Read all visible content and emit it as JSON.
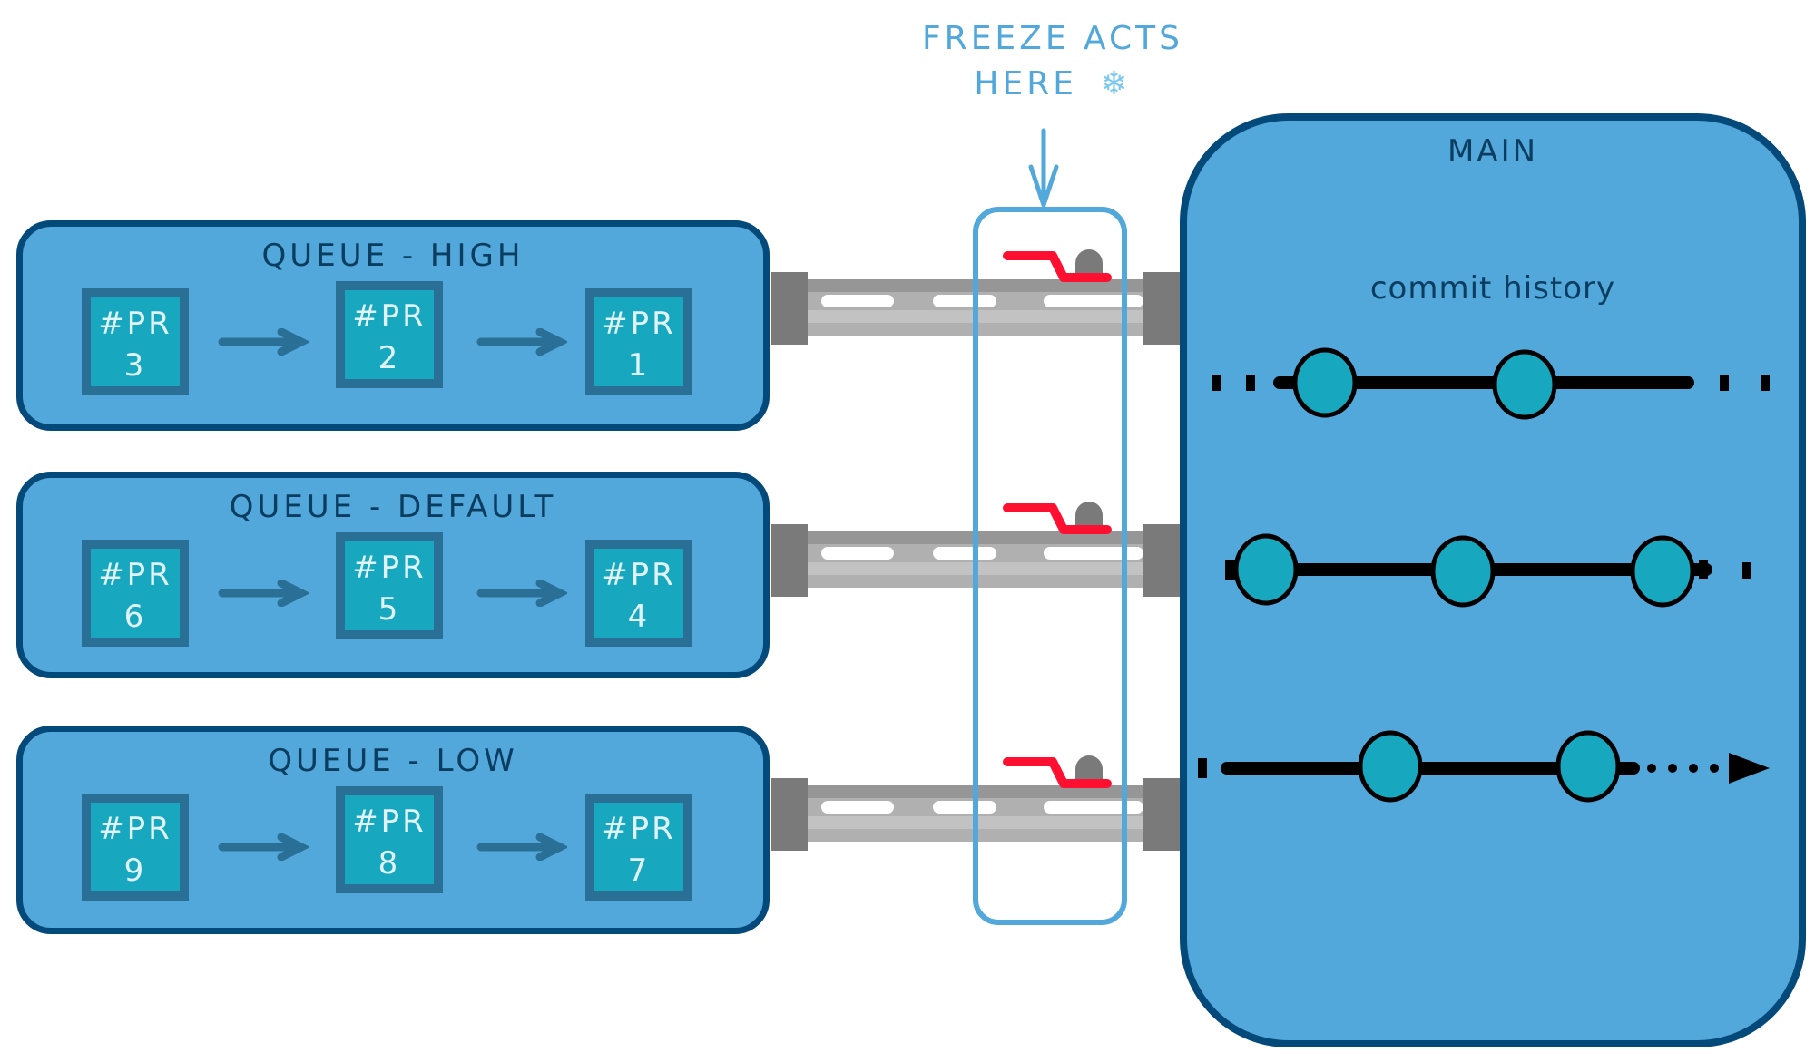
{
  "freeze_label": {
    "line1": "FREEZE ACTS",
    "line2": "HERE",
    "icon": "snowflake-icon",
    "glyph": "❄"
  },
  "queues": [
    {
      "title": "QUEUE - HIGH",
      "prs": [
        {
          "label": "#PR",
          "num": "3"
        },
        {
          "label": "#PR",
          "num": "2"
        },
        {
          "label": "#PR",
          "num": "1"
        }
      ]
    },
    {
      "title": "QUEUE - DEFAULT",
      "prs": [
        {
          "label": "#PR",
          "num": "6"
        },
        {
          "label": "#PR",
          "num": "5"
        },
        {
          "label": "#PR",
          "num": "4"
        }
      ]
    },
    {
      "title": "QUEUE - LOW",
      "prs": [
        {
          "label": "#PR",
          "num": "9"
        },
        {
          "label": "#PR",
          "num": "8"
        },
        {
          "label": "#PR",
          "num": "7"
        }
      ]
    }
  ],
  "main": {
    "title": "MAIN",
    "subtitle": "commit history",
    "lanes": [
      {
        "commits": 2,
        "ending": "dotted"
      },
      {
        "commits": 3,
        "ending": "dotted"
      },
      {
        "commits": 2,
        "ending": "arrow"
      }
    ]
  },
  "colors": {
    "queue_fill": "#52a8db",
    "queue_border": "#03497a",
    "pr_fill": "#17a8c0",
    "pr_border": "#2a6f96",
    "freeze": "#52a8db",
    "valve_handle": "#ff1030",
    "pipe": "#a8a8a8",
    "commit_fill": "#17a8c0"
  }
}
